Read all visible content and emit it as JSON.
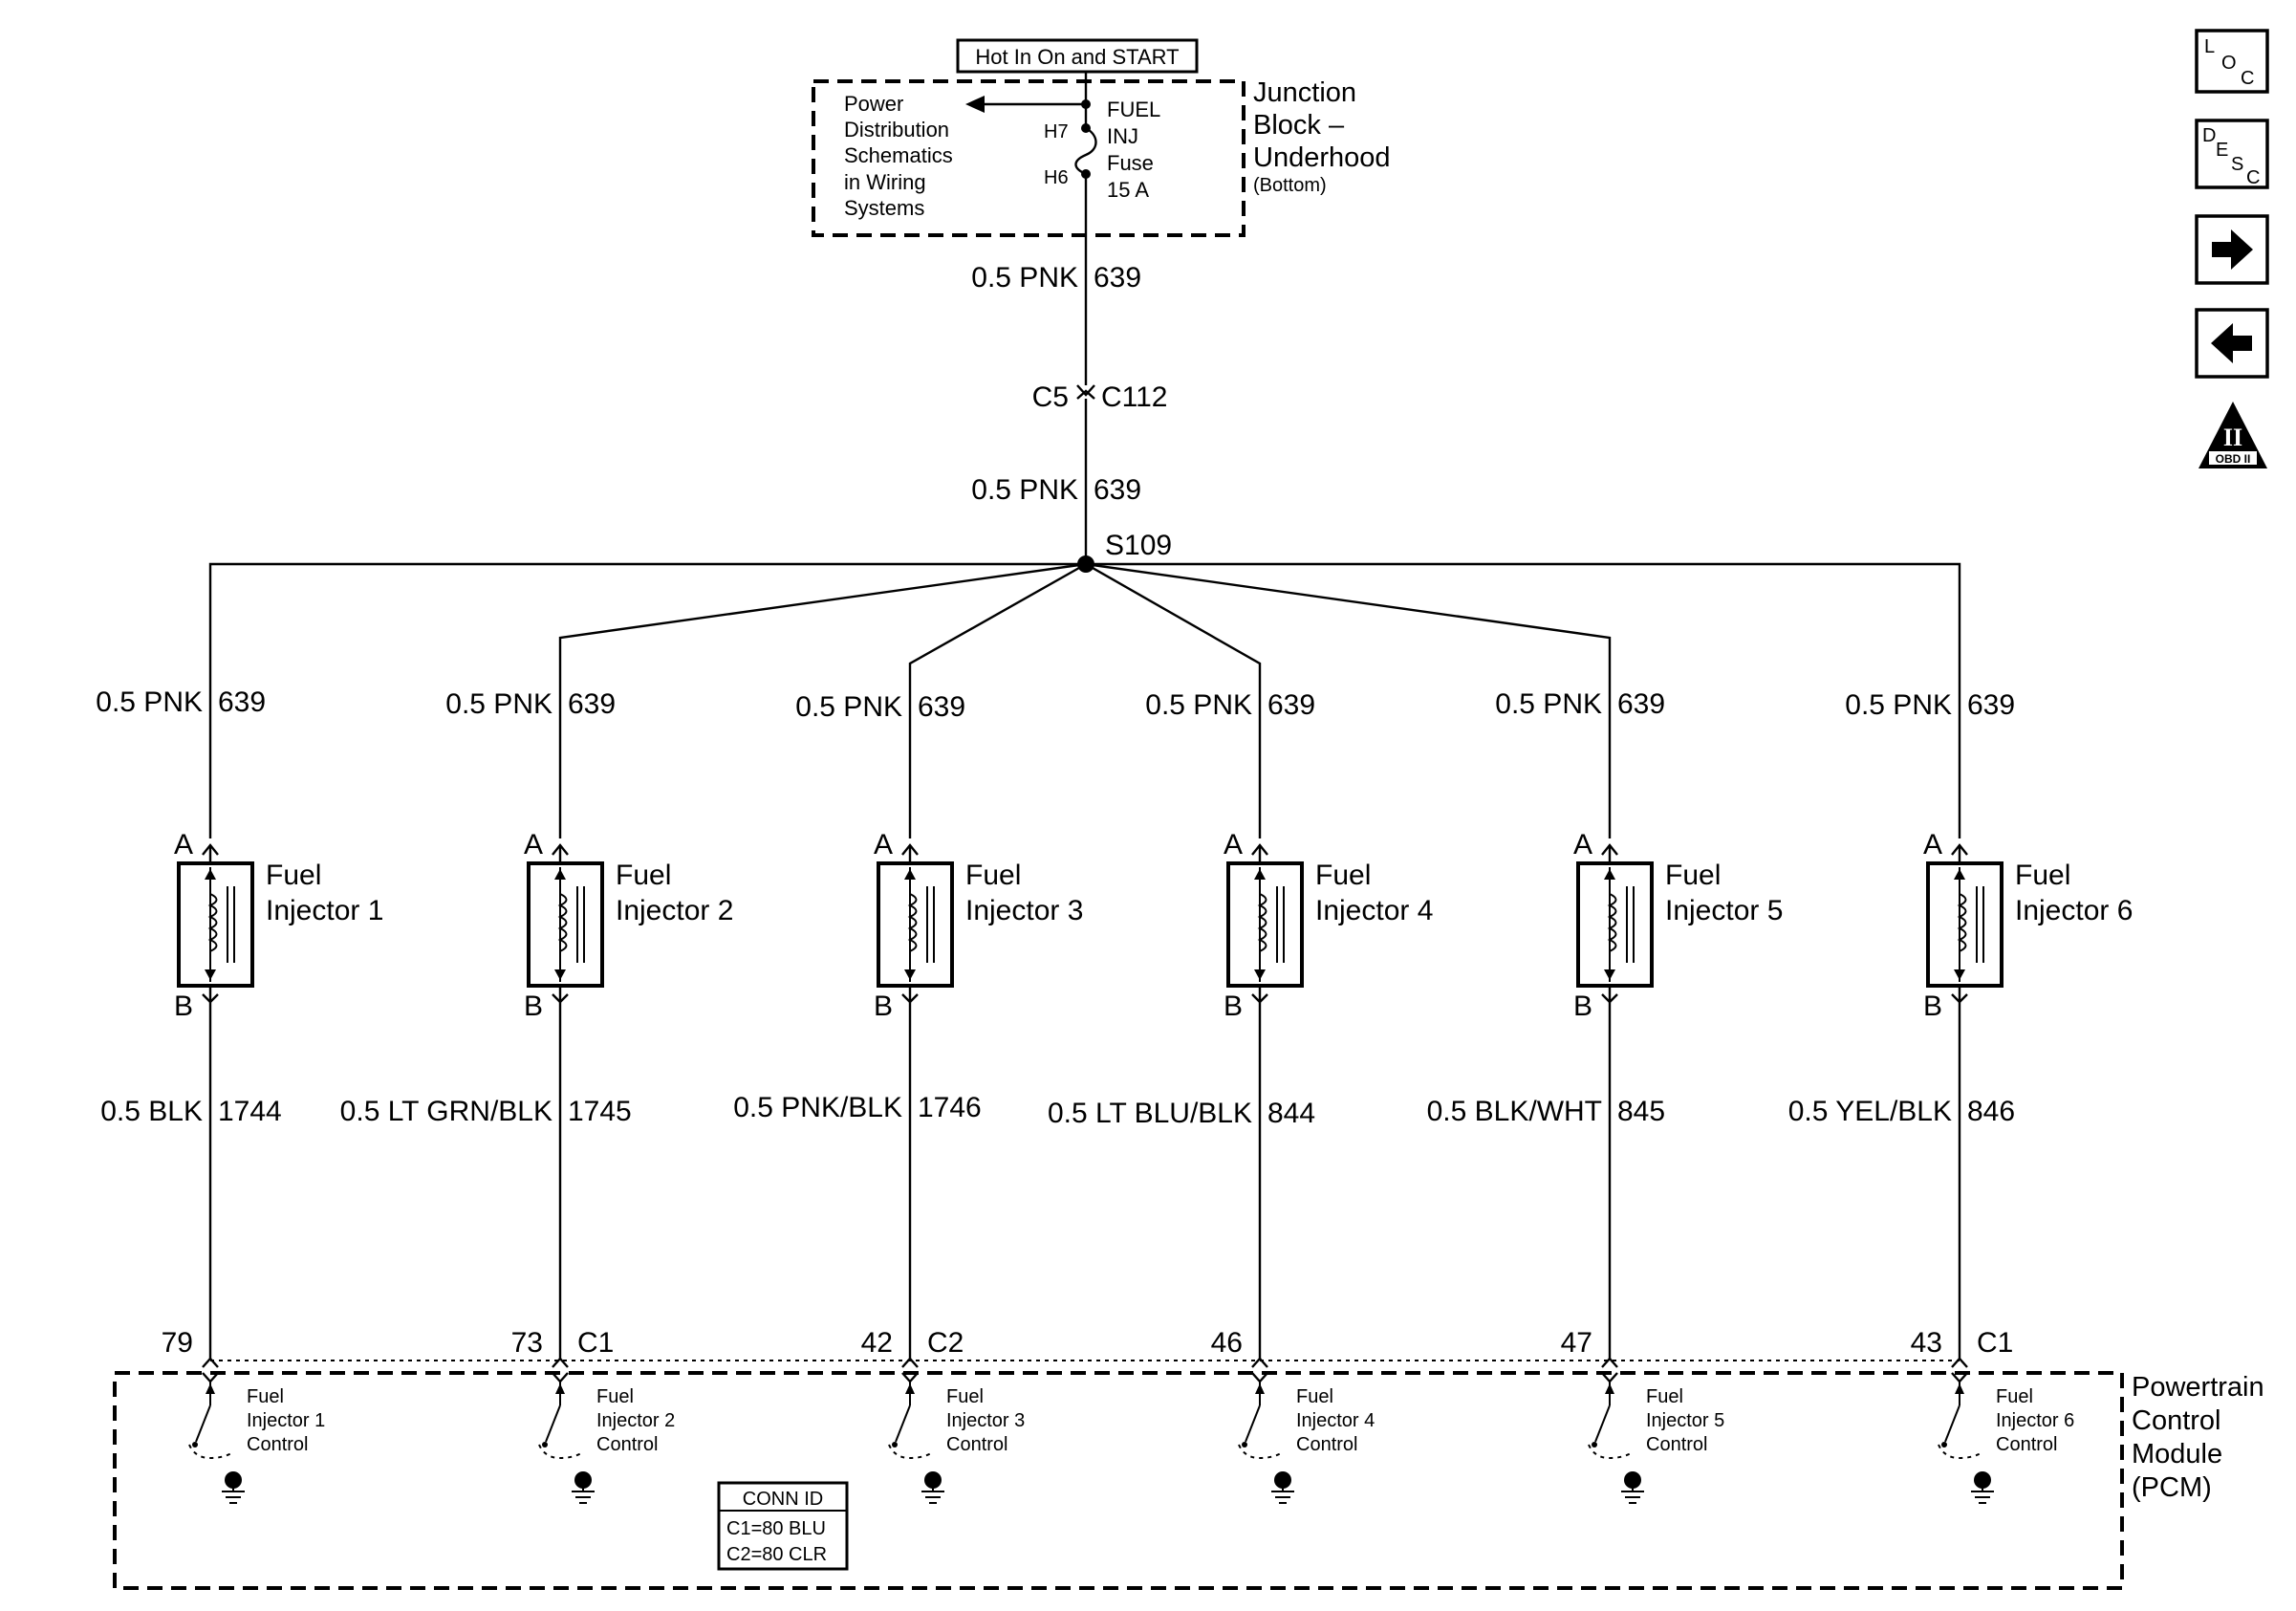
{
  "power_source": "Hot In On and START",
  "junction_block": {
    "name_line1": "Junction",
    "name_line2": "Block –",
    "name_line3": "Underhood",
    "name_line4": "(Bottom)",
    "ref_lines": [
      "Power",
      "Distribution",
      "Schematics",
      "in Wiring",
      "Systems"
    ],
    "fuse_lines": [
      "FUEL",
      "INJ",
      "Fuse",
      "15 A"
    ],
    "pin_in": "H7",
    "pin_out": "H6"
  },
  "feed_wire": {
    "gauge_color": "0.5 PNK",
    "circuit": "639"
  },
  "inline_connector": {
    "left": "C5",
    "right": "C112"
  },
  "splice": "S109",
  "injectors": [
    {
      "name_line1": "Fuel",
      "name_line2": "Injector 1",
      "pin_a": "A",
      "pin_b": "B",
      "feed_gauge_color": "0.5 PNK",
      "feed_circuit": "639",
      "ctrl_gauge_color": "0.5 BLK",
      "ctrl_circuit": "1744",
      "pcm_pin": "79",
      "pcm_conn": "",
      "pcm_label": [
        "Fuel",
        "Injector 1",
        "Control"
      ]
    },
    {
      "name_line1": "Fuel",
      "name_line2": "Injector 2",
      "pin_a": "A",
      "pin_b": "B",
      "feed_gauge_color": "0.5 PNK",
      "feed_circuit": "639",
      "ctrl_gauge_color": "0.5 LT GRN/BLK",
      "ctrl_circuit": "1745",
      "pcm_pin": "73",
      "pcm_conn": "C1",
      "pcm_label": [
        "Fuel",
        "Injector 2",
        "Control"
      ]
    },
    {
      "name_line1": "Fuel",
      "name_line2": "Injector 3",
      "pin_a": "A",
      "pin_b": "B",
      "feed_gauge_color": "0.5 PNK",
      "feed_circuit": "639",
      "ctrl_gauge_color": "0.5 PNK/BLK",
      "ctrl_circuit": "1746",
      "pcm_pin": "42",
      "pcm_conn": "C2",
      "pcm_label": [
        "Fuel",
        "Injector 3",
        "Control"
      ]
    },
    {
      "name_line1": "Fuel",
      "name_line2": "Injector 4",
      "pin_a": "A",
      "pin_b": "B",
      "feed_gauge_color": "0.5 PNK",
      "feed_circuit": "639",
      "ctrl_gauge_color": "0.5 LT BLU/BLK",
      "ctrl_circuit": "844",
      "pcm_pin": "46",
      "pcm_conn": "",
      "pcm_label": [
        "Fuel",
        "Injector 4",
        "Control"
      ]
    },
    {
      "name_line1": "Fuel",
      "name_line2": "Injector 5",
      "pin_a": "A",
      "pin_b": "B",
      "feed_gauge_color": "0.5 PNK",
      "feed_circuit": "639",
      "ctrl_gauge_color": "0.5 BLK/WHT",
      "ctrl_circuit": "845",
      "pcm_pin": "47",
      "pcm_conn": "",
      "pcm_label": [
        "Fuel",
        "Injector 5",
        "Control"
      ]
    },
    {
      "name_line1": "Fuel",
      "name_line2": "Injector 6",
      "pin_a": "A",
      "pin_b": "B",
      "feed_gauge_color": "0.5 PNK",
      "feed_circuit": "639",
      "ctrl_gauge_color": "0.5 YEL/BLK",
      "ctrl_circuit": "846",
      "pcm_pin": "43",
      "pcm_conn": "C1",
      "pcm_label": [
        "Fuel",
        "Injector 6",
        "Control"
      ]
    }
  ],
  "pcm": {
    "name_lines": [
      "Powertrain",
      "Control",
      "Module",
      "(PCM)"
    ],
    "conn_id_title": "CONN ID",
    "conn_id_lines": [
      "C1=80 BLU",
      "C2=80 CLR"
    ]
  },
  "nav": {
    "loc_icon": "loc-icon",
    "loc_text": [
      "L",
      "O",
      "C"
    ],
    "desc_icon": "desc-icon",
    "desc_text": [
      "D",
      "E",
      "S",
      "C"
    ],
    "next_icon": "arrow-right-icon",
    "prev_icon": "arrow-left-icon",
    "obd_icon": "obd-ii-icon",
    "obd_roman": "II",
    "obd_text": "OBD II"
  }
}
